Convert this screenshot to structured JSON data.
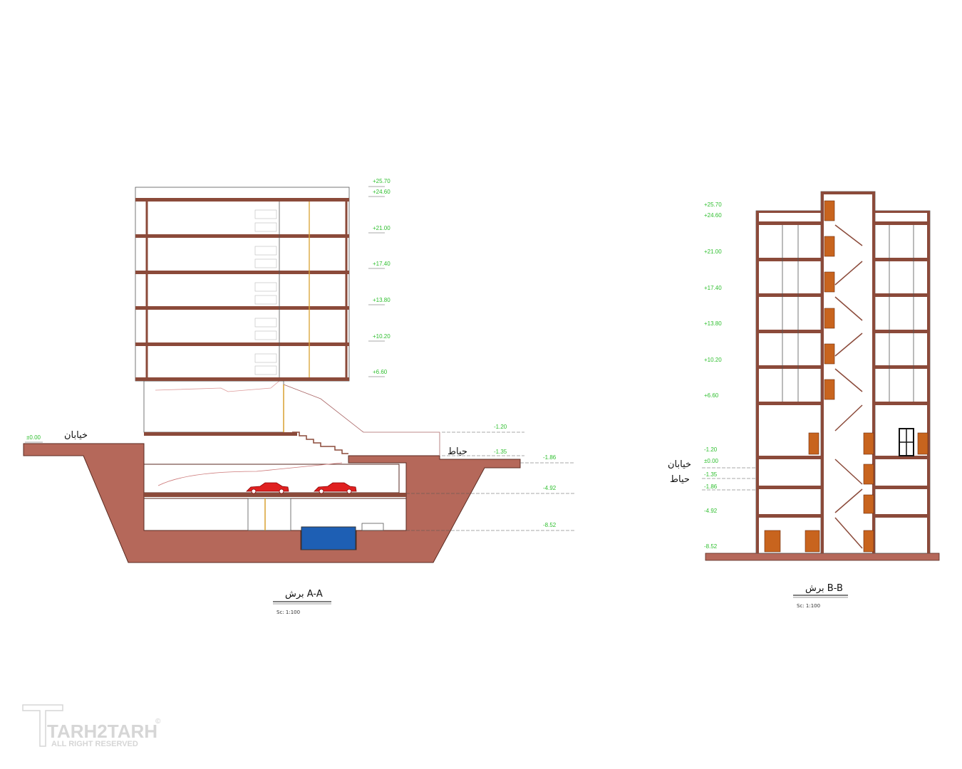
{
  "section_a": {
    "title": "برش A-A",
    "scale": "Sc: 1:100",
    "labels": {
      "street": "خیابان",
      "yard": "حیاط"
    },
    "levels_right": [
      "+25.70",
      "+24.60",
      "+21.00",
      "+17.40",
      "+13.80",
      "+10.20",
      "+6.60"
    ],
    "levels_lower": [
      "-1.20",
      "-1.35",
      "-1.86",
      "-4.92",
      "-8.52"
    ],
    "level_left": "±0.00"
  },
  "section_b": {
    "title": "برش B-B",
    "scale": "Sc: 1:100",
    "labels": {
      "street": "خیابان",
      "yard": "حیاط"
    },
    "levels": [
      "+25.70",
      "+24.60",
      "+21.00",
      "+17.40",
      "+13.80",
      "+10.20",
      "+6.60",
      "-1.20",
      "±0.00",
      "-1.35",
      "-1.86",
      "-4.92",
      "-8.52"
    ]
  },
  "watermark": {
    "brand": "TARH2TARH",
    "subtitle": "ALL RIGHT RESERVED",
    "mark": "©"
  },
  "colors": {
    "slab": "#8b4a3a",
    "earth": "#b5685a",
    "wall": "#a85a45",
    "level_text": "#2fbf2f",
    "pool": "#1e5fb4",
    "car": "#e02020",
    "door": "#c8641e"
  }
}
